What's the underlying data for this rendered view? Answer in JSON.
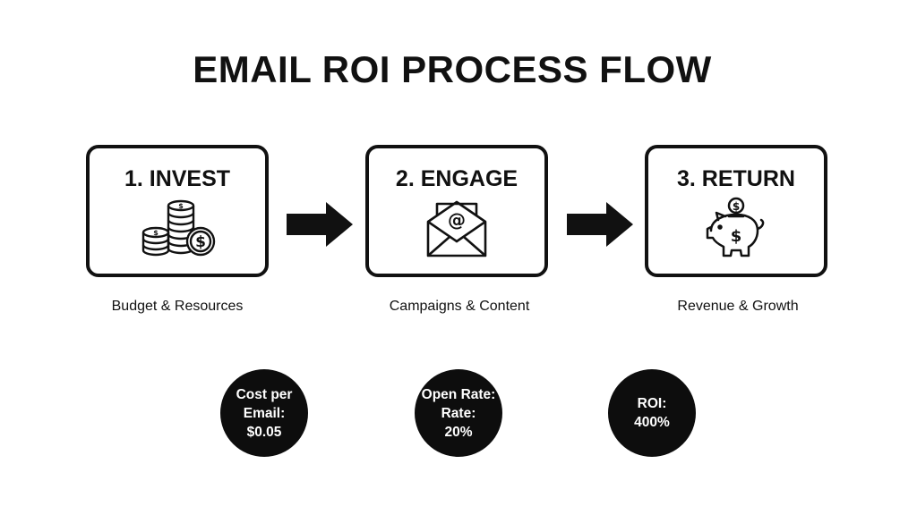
{
  "title": "EMAIL ROI PROCESS FLOW",
  "steps": [
    {
      "label": "1. INVEST",
      "icon": "coins-stack-icon",
      "caption": "Budget & Resources"
    },
    {
      "label": "2. ENGAGE",
      "icon": "email-envelope-icon",
      "caption": "Campaigns & Content"
    },
    {
      "label": "3. RETURN",
      "icon": "piggy-bank-icon",
      "caption": "Revenue & Growth"
    }
  ],
  "metrics": [
    {
      "lines": [
        "Cost per",
        "Email:",
        "$0.05"
      ]
    },
    {
      "lines": [
        "Open Rate:",
        "Rate:",
        "20%"
      ]
    },
    {
      "lines": [
        "ROI:",
        "400%"
      ]
    }
  ],
  "colors": {
    "stroke": "#111111",
    "circle_fill": "#0d0d0d",
    "circle_text": "#ffffff"
  }
}
